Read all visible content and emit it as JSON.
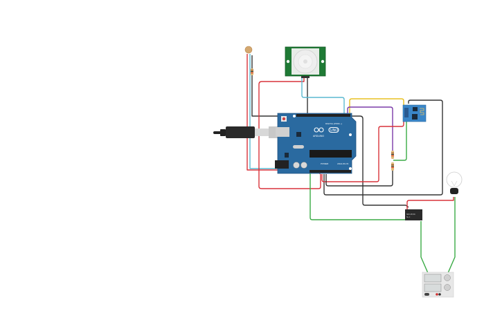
{
  "canvas": {
    "background": "#ffffff"
  },
  "components": {
    "arduino": {
      "name": "Arduino Uno R3",
      "brand_label": "ARDUINO",
      "model_label": "UNO",
      "power_label": "POWER",
      "analog_label": "ANALOG IN",
      "digital_label": "DIGITAL (PWM ~)",
      "color": "#2a6aa0"
    },
    "pir_sensor": {
      "name": "PIR Motion Sensor",
      "color": "#1f7a35"
    },
    "photoresistor": {
      "name": "Photoresistor (LDR)"
    },
    "esp8266": {
      "name": "WiFi Module (ESP8266)",
      "color": "#3a86c8"
    },
    "relay": {
      "name": "Relay SPDT",
      "label_line1": "SRD-05VDC",
      "label_line2": "SL-C"
    },
    "bulb": {
      "name": "Light Bulb"
    },
    "power_supply": {
      "name": "Power Supply"
    },
    "usb_cable": {
      "name": "USB Cable"
    },
    "resistors": [
      {
        "name": "Resistor 1"
      },
      {
        "name": "Resistor 2"
      },
      {
        "name": "Resistor 3"
      }
    ]
  },
  "wire_colors": {
    "red": "#d8323a",
    "black": "#333333",
    "cyan": "#5ab8d0",
    "yellow": "#e8c020",
    "purple": "#7a3aa8",
    "green": "#3aaa45"
  }
}
